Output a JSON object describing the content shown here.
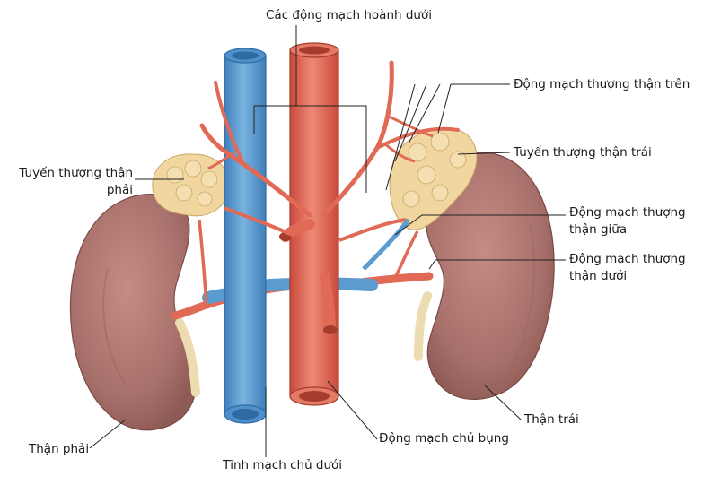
{
  "labels": {
    "inferior_phrenic_arteries": "Các động mạch hoành dưới",
    "superior_suprarenal_arteries": "Động mạch thượng thận trên",
    "left_adrenal_gland": "Tuyến thượng thận trái",
    "right_adrenal_gland_line1": "Tuyến thượng thận",
    "right_adrenal_gland_line2": "phải",
    "middle_suprarenal_line1": "Động mạch thượng",
    "middle_suprarenal_line2": "thận giữa",
    "inferior_suprarenal_line1": "Động mạch thượng",
    "inferior_suprarenal_line2": "thận dưới",
    "left_kidney": "Thận trái",
    "right_kidney": "Thận phải",
    "abdominal_aorta": "Động mạch chủ bụng",
    "inferior_vena_cava": "Tĩnh mạch chủ dưới"
  },
  "colors": {
    "kidney": "#b27670",
    "adrenal": "#f1d6a0",
    "artery": "#e06a55",
    "vein": "#5b9bd0",
    "ureter": "#ecdcb0"
  }
}
